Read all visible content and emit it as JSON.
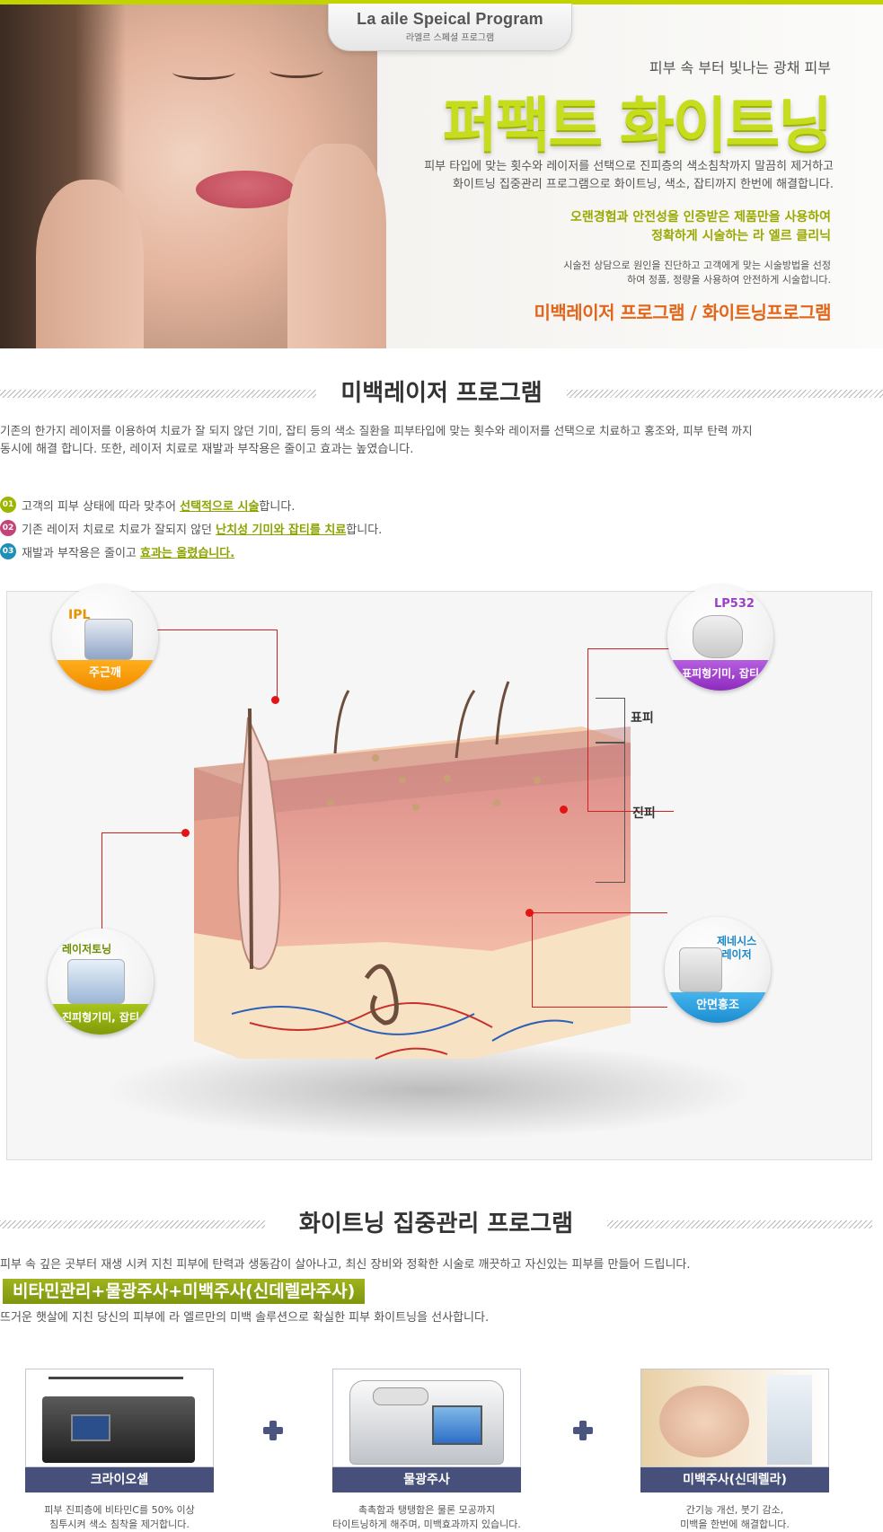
{
  "hero": {
    "program_title": "La aile Speical Program",
    "program_subtitle": "라엘르 스페셜 프로그램",
    "tagline": "피부 속 부터 빛나는 광채 피부",
    "title": "퍼팩트 화이트닝",
    "desc_line1": "피부 타입에 맞는 횟수와 레이저를 선택으로 진피층의 색소침착까지 말끔히 제거하고",
    "desc_line2": "화이트닝 집중관리 프로그램으로 화이트닝, 색소, 잡티까지 한번에 해결합니다.",
    "highlight_line1": "오랜경험과 안전성을 인증받은 제품만을 사용하여",
    "highlight_line2": "정확하게 시술하는 라 엘르 클리닉",
    "small_line1": "시술전 상담으로 원인을 진단하고 고객에게 맞는 시술방법을 선정",
    "small_line2": "하여 정품, 정량을 사용하여 안전하게 시술합니다.",
    "programs_link": "미백레이저 프로그램 / 화이트닝프로그램"
  },
  "section1": {
    "title": "미백레이저 프로그램",
    "intro_line1": "기존의 한가지 레이저를 이용하여 치료가 잘 되지 않던 기미, 잡티 등의  색소 질환을 피부타입에 맞는 횟수와 레이저를 선택으로 치료하고 홍조와, 피부 탄력 까지",
    "intro_line2": "동시에 해결 합니다. 또한, 레이저 치료로 재발과 부작용은 줄이고 효과는 높였습니다.",
    "points": [
      {
        "num": "01",
        "before": "고객의 피부 상태에 따라 맞추어 ",
        "highlight": "선택적으로 시술",
        "after": "합니다."
      },
      {
        "num": "02",
        "before": "기존 레이저 치료로 치료가 잘되지 않던 ",
        "highlight": "난치성 기미와 잡티를 치료",
        "after": "합니다."
      },
      {
        "num": "03",
        "before": "재발과 부작용은 줄이고 ",
        "highlight": "효과는 올렸습니다.",
        "after": ""
      }
    ],
    "devices": {
      "ipl": {
        "name": "IPL",
        "label": "주근깨"
      },
      "lp532": {
        "name": "LP532",
        "label": "표피형기미, 잡티"
      },
      "toning": {
        "name": "레이저토닝",
        "label": "진피형기미, 잡티"
      },
      "genesis": {
        "name_line1": "제네시스",
        "name_line2": "레이저",
        "label": "안면홍조"
      }
    },
    "layers": {
      "epidermis": "표피",
      "dermis": "진피"
    }
  },
  "section2": {
    "title": "화이트닝 집중관리 프로그램",
    "intro": "피부 속 깊은 곳부터 재생 시켜 지친 피부에 탄력과 생동감이 살아나고, 최신 장비와 정확한 시술로 깨끗하고  자신있는 피부를 만들어 드립니다.",
    "badge": "비타민관리+물광주사+미백주사(신데렐라주사)",
    "sub": "뜨거운 햇살에 지친 당신의 피부에 라 엘르만의 미백 솔루션으로 확실한 피부 화이트닝을 선사합니다.",
    "products": [
      {
        "name": "크라이오셀",
        "desc_line1": "피부 진피층에 비타민C를 50% 이상",
        "desc_line2": "침투시켜 색소 침착을 제거합니다."
      },
      {
        "name": "물광주사",
        "desc_line1": "촉촉함과 탱탱함은 물론 모공까지",
        "desc_line2": "타이트닝하게 해주며, 미백효과까지 있습니다."
      },
      {
        "name": "미백주사(신데렐라)",
        "desc_line1": "간기능 개선, 붓기 감소,",
        "desc_line2": "미백을 한번에 해결합니다."
      }
    ]
  },
  "colors": {
    "accent_green": "#c2d400",
    "orange": "#e2661a",
    "navy": "#46507a",
    "leader_red": "#d21f1f"
  }
}
